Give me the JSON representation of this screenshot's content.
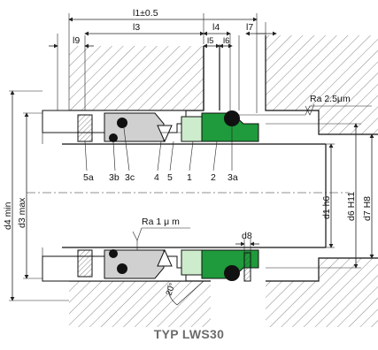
{
  "caption": "TYP LWS30",
  "colors": {
    "seat_green": "#1f9a3c",
    "face_light_green": "#cdeccc",
    "hatch": "#555555",
    "bellows_grey": "#d0d0d0"
  },
  "labels": {
    "l1": "l1±0.5",
    "l3": "l3",
    "l4": "l4",
    "l5": "l5",
    "l6": "l6",
    "l7": "l7",
    "l9": "l9",
    "ra_top": "Ra  2.5μm",
    "ra_bottom": "Ra  1  μ m",
    "d8": "d8",
    "angle": "20°",
    "d4": "d4  min",
    "d3": "d3  max",
    "d1": "d1  h6",
    "d6": "d6  H11",
    "d7": "d7  H8",
    "p5a": "5a",
    "p3b": "3b",
    "p3c": "3c",
    "p4": "4",
    "p5": "5",
    "p1": "1",
    "p2": "2",
    "p3a": "3a"
  }
}
